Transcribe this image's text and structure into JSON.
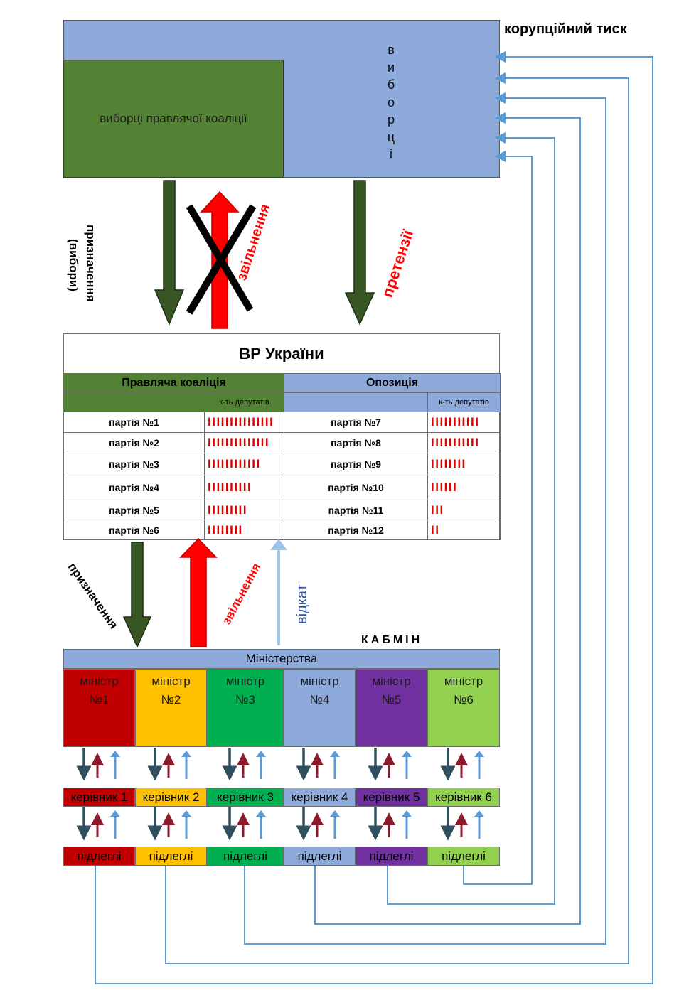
{
  "top": {
    "corruption_label": "корупційний тиск",
    "voters_coalition": "виборці правлячої коаліції",
    "voters_vertical": [
      "в",
      "и",
      "б",
      "о",
      "р",
      "ц",
      "і"
    ]
  },
  "upper_arrows": {
    "appointment": "призначення",
    "elections": "(вибори)",
    "dismissal": "звільнення",
    "claims": "претензії"
  },
  "parliament": {
    "title": "ВР України",
    "coalition_header": "Правляча коаліція",
    "opposition_header": "Опозиція",
    "count_header": "к-ть депутатів",
    "coalition": [
      {
        "name": "партія №1",
        "bars": "IIIIIIIIIIIIIII"
      },
      {
        "name": "партія №2",
        "bars": "IIIIIIIIIIIIII"
      },
      {
        "name": "партія №3",
        "bars": "IIIIIIIIIIII"
      },
      {
        "name": "партія №4",
        "bars": "IIIIIIIIII"
      },
      {
        "name": "партія №5",
        "bars": "IIIIIIIII"
      },
      {
        "name": "партія №6",
        "bars": "IIIIIIII"
      }
    ],
    "opposition": [
      {
        "name": "партія №7",
        "bars": "IIIIIIIIIII"
      },
      {
        "name": "партія №8",
        "bars": "IIIIIIIIIII"
      },
      {
        "name": "партія №9",
        "bars": "IIIIIIII"
      },
      {
        "name": "партія №10",
        "bars": "IIIIII"
      },
      {
        "name": "партія №11",
        "bars": "III"
      },
      {
        "name": "партія №12",
        "bars": "II"
      }
    ]
  },
  "lower_arrows": {
    "appointment": "призначення",
    "dismissal": "звільнення",
    "kickback": "відкат"
  },
  "cabinet": {
    "title": "КАБМІН",
    "ministries": "Міністерства",
    "ministers": [
      {
        "line1": "міністр",
        "line2": "№1",
        "color": "#c00000"
      },
      {
        "line1": "міністр",
        "line2": "№2",
        "color": "#ffc000"
      },
      {
        "line1": "міністр",
        "line2": "№3",
        "color": "#00b050"
      },
      {
        "line1": "міністр",
        "line2": "№4",
        "color": "#8eaadb"
      },
      {
        "line1": "міністр",
        "line2": "№5",
        "color": "#7030a0"
      },
      {
        "line1": "міністр",
        "line2": "№6",
        "color": "#92d050"
      }
    ],
    "heads": [
      "керівник 1",
      "керівник 2",
      "керівник 3",
      "керівник 4",
      "керівник 5",
      "керівник 6"
    ],
    "subordinates": [
      "підлеглі",
      "підлеглі",
      "підлеглі",
      "підлеглі",
      "підлеглі",
      "підлеглі"
    ]
  },
  "colors": {
    "dark_green": "#375623",
    "coalition_green": "#548235",
    "light_blue": "#8eaadb",
    "red": "#ff0000",
    "line_blue": "#5b9bd5"
  }
}
